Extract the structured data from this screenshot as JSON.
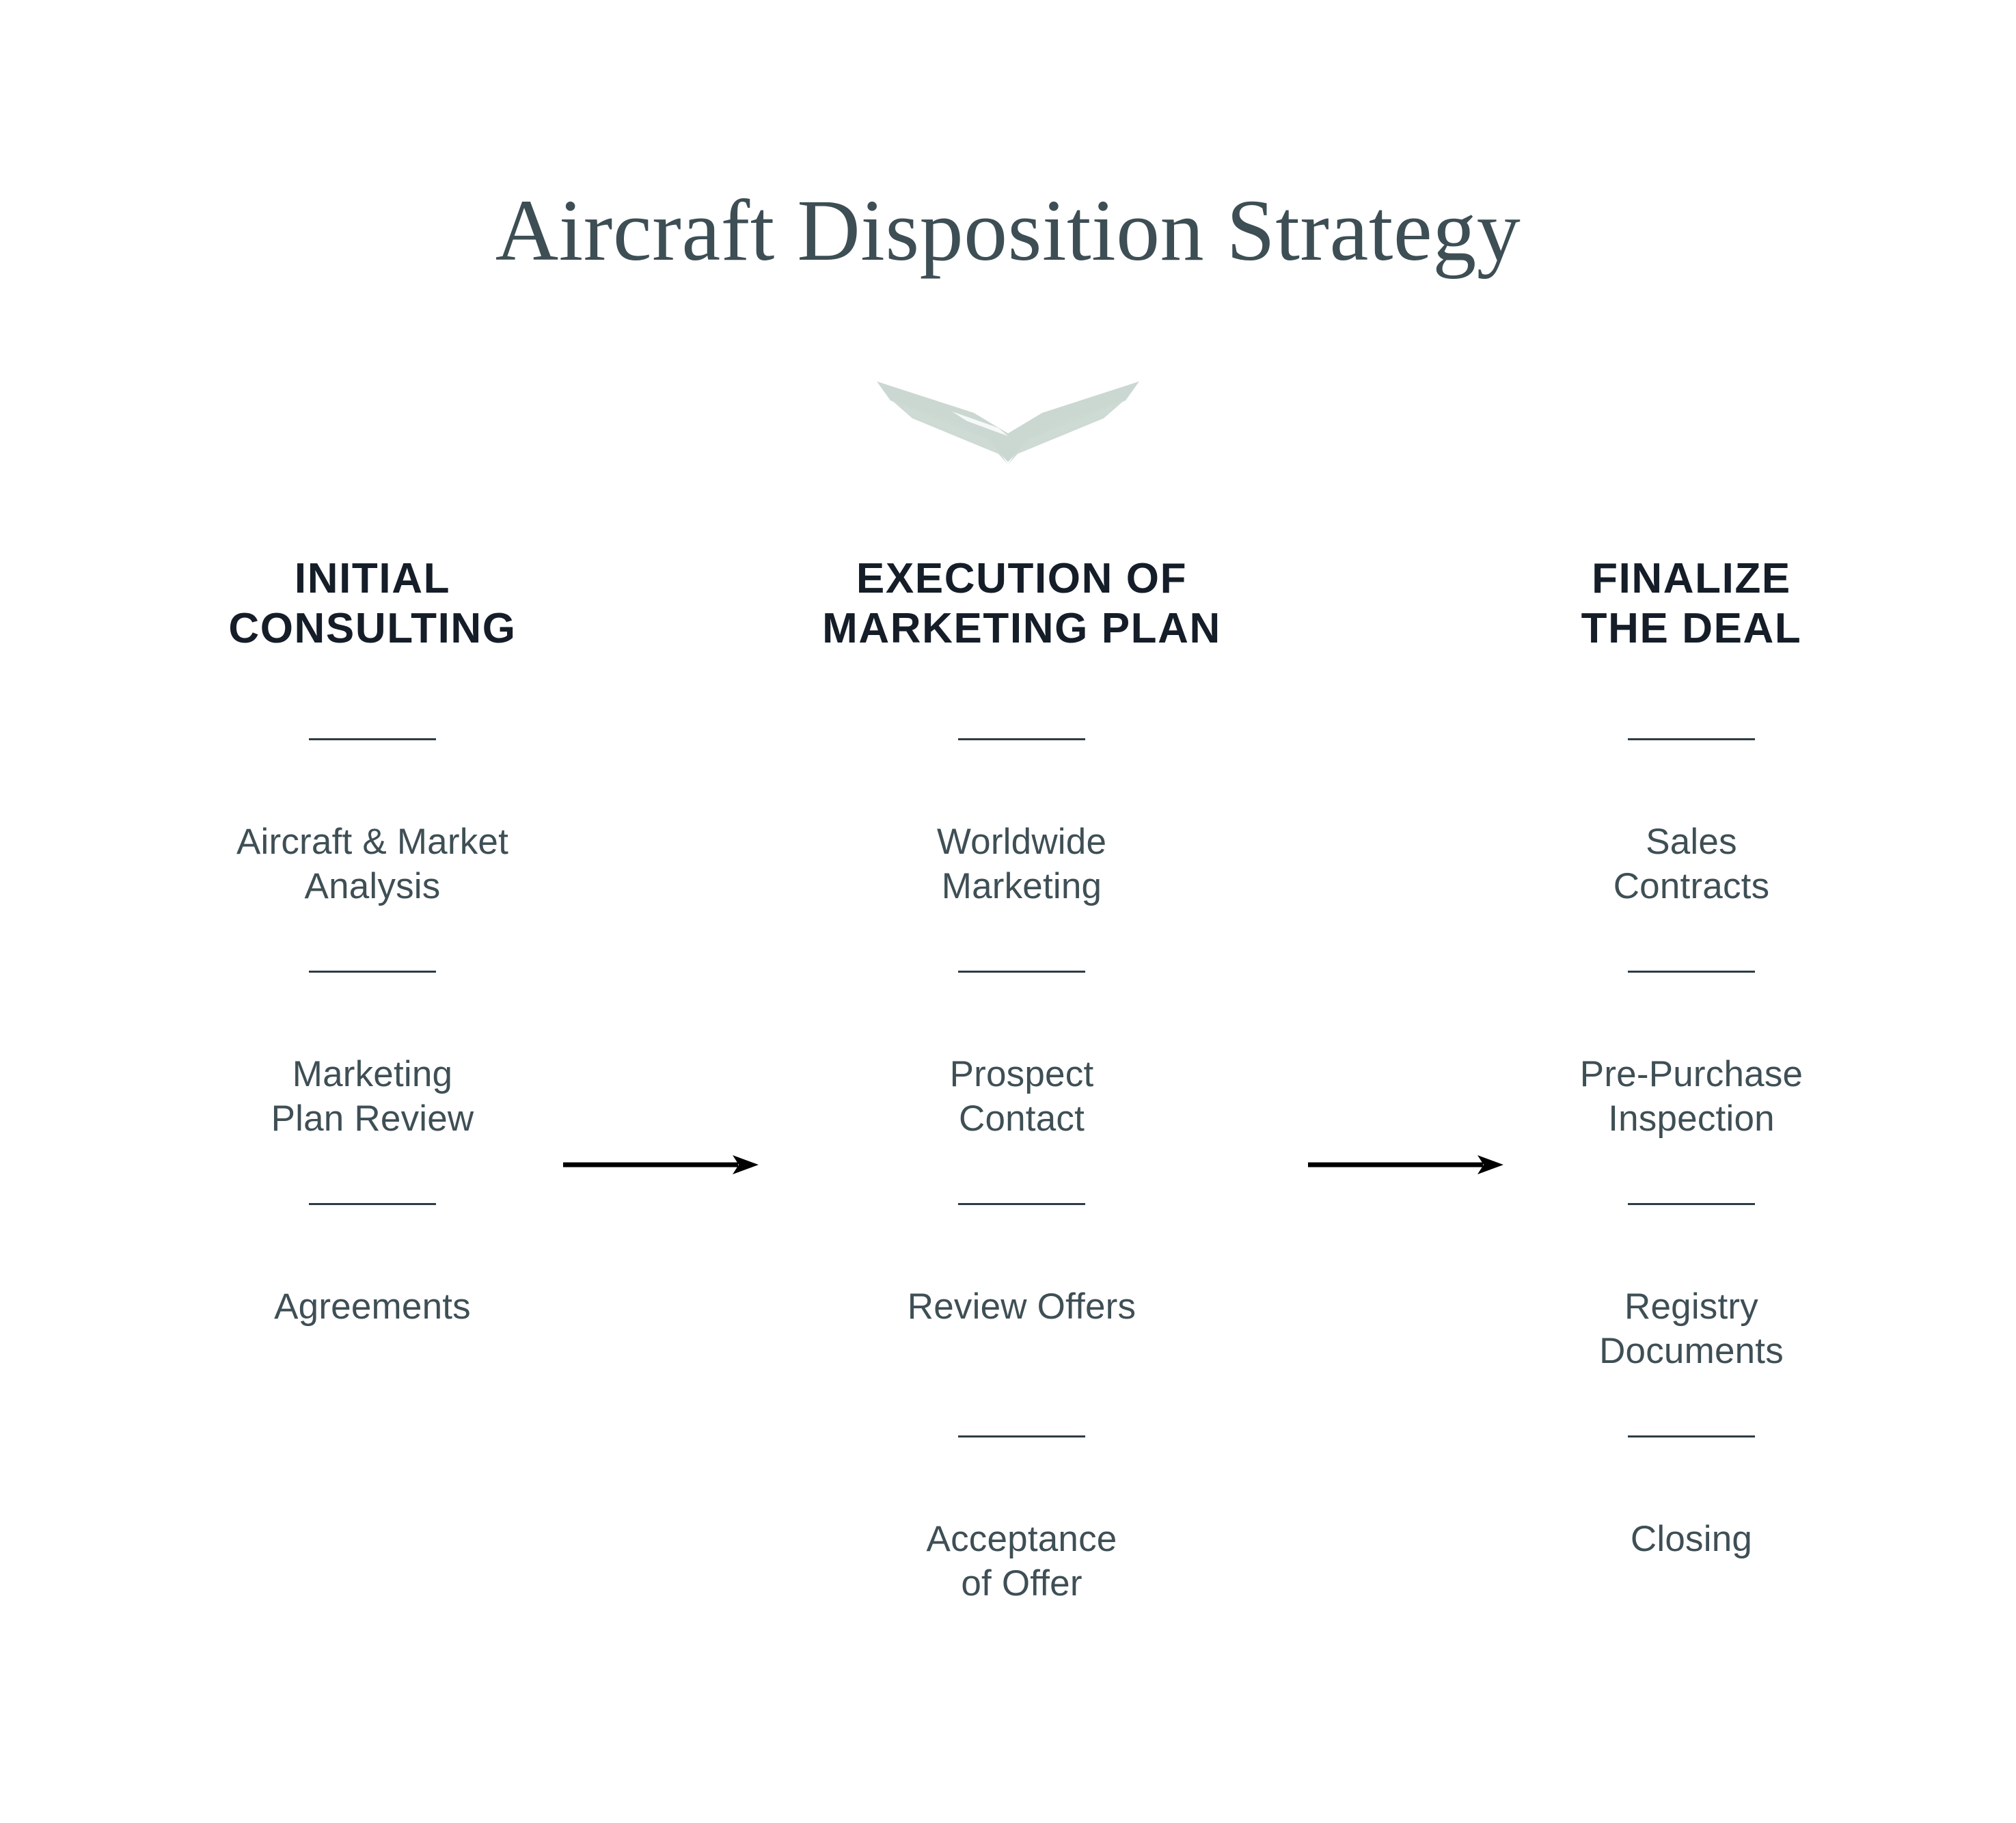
{
  "page": {
    "title": "Aircraft Disposition Strategy",
    "background_color": "#ffffff",
    "title_color": "#3d4e54",
    "header_color": "#141d28",
    "body_text_color": "#3e4f55",
    "rule_color": "#2d3c45",
    "logo_color": "#cbd8d2",
    "arrow_color": "#000000"
  },
  "logo": {
    "name": "winged-chevron-logo"
  },
  "flow": {
    "arrow_1": "arrow-right",
    "arrow_2": "arrow-right",
    "columns": [
      {
        "header": "INITIAL\nCONSULTING",
        "steps": [
          "Aircraft & Market\nAnalysis",
          "Marketing\nPlan Review",
          "Agreements"
        ]
      },
      {
        "header": "EXECUTION OF\nMARKETING PLAN",
        "steps": [
          "Worldwide\nMarketing",
          "Prospect\nContact",
          "Review Offers",
          "Acceptance\nof Offer"
        ]
      },
      {
        "header": "FINALIZE\nTHE DEAL",
        "steps": [
          "Sales\nContracts",
          "Pre-Purchase\nInspection",
          "Registry\nDocuments",
          "Closing"
        ]
      }
    ]
  }
}
